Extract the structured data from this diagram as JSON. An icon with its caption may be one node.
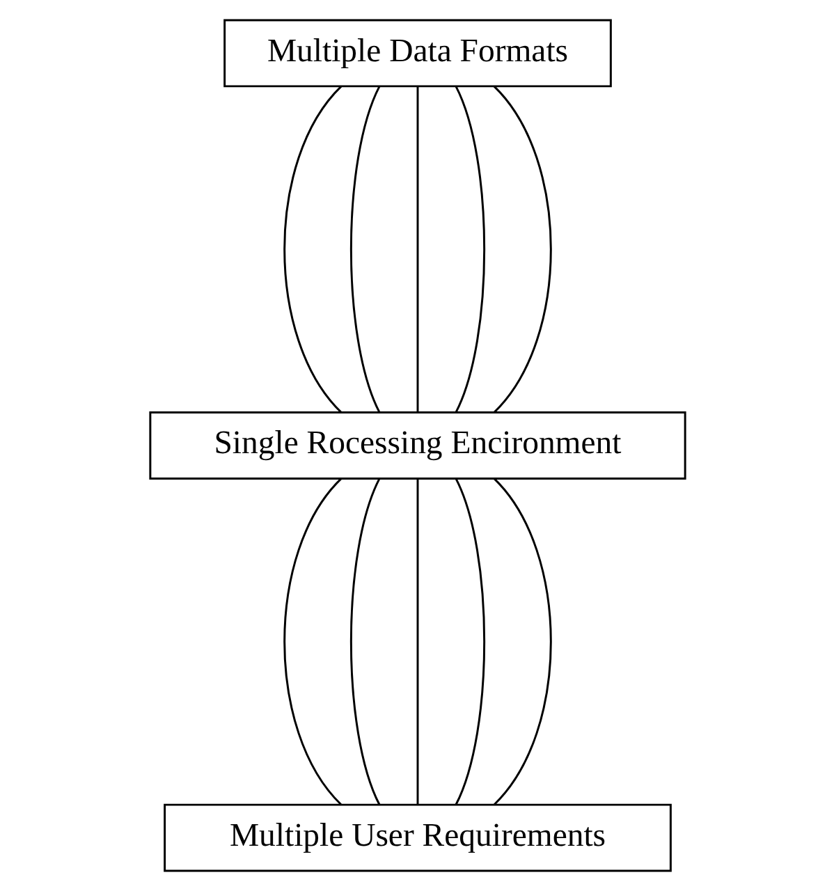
{
  "diagram": {
    "nodes": [
      {
        "text": [
          "Multiple Data Formats"
        ]
      },
      {
        "text": [
          "Single Rocessing Encironment"
        ]
      },
      {
        "text": [
          "Multiple User Requirements"
        ]
      }
    ],
    "edges": [
      {
        "from": 0,
        "to": 1,
        "arrow": "none"
      },
      {
        "from": 0,
        "to": 1,
        "arrow": "none"
      },
      {
        "from": 0,
        "to": 1,
        "arrow": "none"
      },
      {
        "from": 0,
        "to": 1,
        "arrow": "none"
      },
      {
        "from": 0,
        "to": 1,
        "arrow": "none"
      },
      {
        "from": 1,
        "to": 2,
        "arrow": "none"
      },
      {
        "from": 1,
        "to": 2,
        "arrow": "none"
      },
      {
        "from": 1,
        "to": 2,
        "arrow": "none"
      },
      {
        "from": 1,
        "to": 2,
        "arrow": "none"
      },
      {
        "from": 1,
        "to": 2,
        "arrow": "none"
      }
    ]
  }
}
